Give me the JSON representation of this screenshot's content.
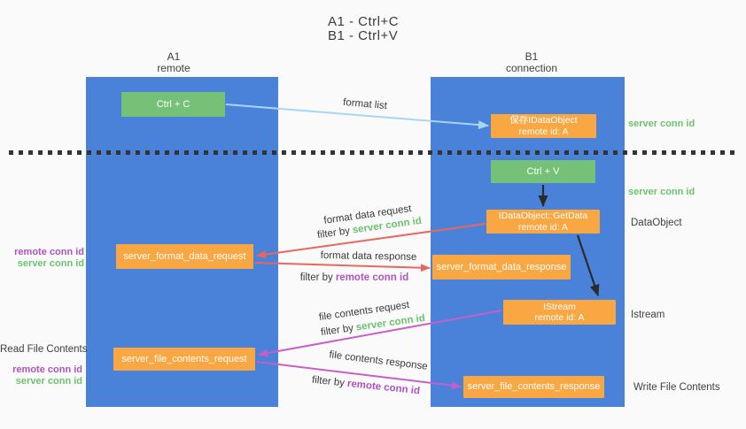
{
  "title": {
    "line1": "A1 - Ctrl+C",
    "line2": "B1 - Ctrl+V"
  },
  "lanes": {
    "left": {
      "name": "A1",
      "role": "remote"
    },
    "right": {
      "name": "B1",
      "role": "connection"
    }
  },
  "nodes": {
    "ctrl_c": {
      "label": "Ctrl + C"
    },
    "save_idataobject": {
      "line1": "保存IDataObject",
      "line2": "remote id: A"
    },
    "ctrl_v": {
      "label": "Ctrl + V"
    },
    "getdata": {
      "line1": "IDataObject::GetData",
      "line2": "remote id: A"
    },
    "format_request": {
      "label": "server_format_data_request"
    },
    "format_response": {
      "label": "server_format_data_response"
    },
    "istream": {
      "line1": "IStream",
      "line2": "remote id: A"
    },
    "file_request": {
      "label": "server_file_contents_request"
    },
    "file_response": {
      "label": "server_file_contents_response"
    }
  },
  "arrow_labels": {
    "format_list": "format list",
    "format_data_request": "format data request",
    "format_data_response": "format data response",
    "file_contents_request": "file contents request",
    "file_contents_response": "file contents response",
    "filter_by": "filter by",
    "server_conn_id": "server conn id",
    "remote_conn_id": "remote conn id"
  },
  "annotations": {
    "left": {
      "remote_conn_id": "remote conn id",
      "server_conn_id": "server conn id",
      "read_file_contents": "Read File Contents"
    },
    "right": {
      "server_conn_id": "server conn id",
      "dataobject": "DataObject",
      "istream": "Istream",
      "write_file_contents": "Write File Contents"
    }
  },
  "colors": {
    "lane_blue": "#4a82d9",
    "box_orange": "#f9a743",
    "box_green": "#76c178",
    "arrow_light_blue": "#a9d5f5",
    "arrow_red": "#e8685e",
    "arrow_magenta": "#c75fc7",
    "arrow_black": "#2b2b2b",
    "text_green": "#6dc26d",
    "text_purple": "#b052c0",
    "text_dark": "#3f3f3f",
    "background": "#fafafa"
  }
}
